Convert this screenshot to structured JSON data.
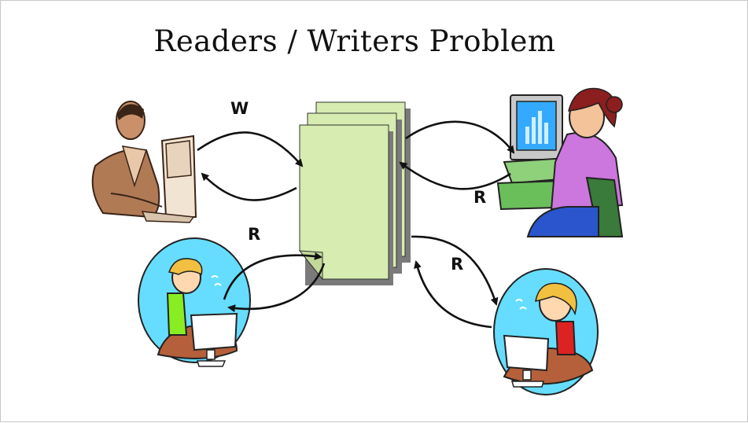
{
  "title": "Readers / Writers Problem",
  "labels": {
    "writer": "W",
    "reader_top_right": "R",
    "reader_left": "R",
    "reader_bottom_right": "R"
  },
  "colors": {
    "document_fill": "#d6ecb0",
    "document_stroke": "#333333",
    "bubble": "#66ddff",
    "desk": "#b5603a"
  }
}
